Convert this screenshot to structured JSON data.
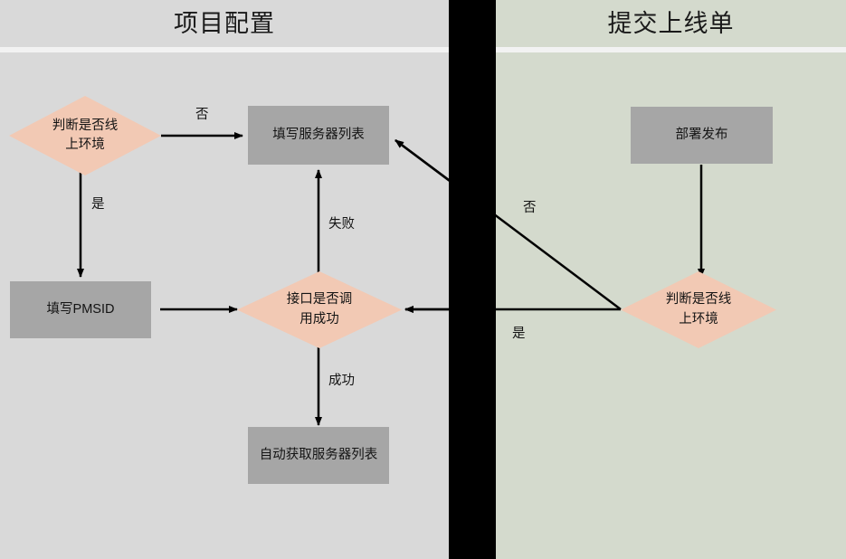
{
  "diagram": {
    "type": "flowchart-swimlane",
    "title_font": "serif",
    "colors": {
      "lane_left_bg": "#d9d9d9",
      "lane_right_bg": "#d4dacd",
      "process_fill": "#a6a6a6",
      "decision_fill": "#f2c9b4",
      "divider": "#000000",
      "line": "#000000",
      "text": "#141414",
      "lane_separator": "#f2f2f2"
    }
  },
  "lanes": [
    {
      "id": "left",
      "title": "项目配置"
    },
    {
      "id": "right",
      "title": "提交上线单"
    }
  ],
  "nodes": [
    {
      "id": "n1",
      "lane": "left",
      "shape": "decision",
      "label": "判断是否线\n上环境"
    },
    {
      "id": "n2",
      "lane": "left",
      "shape": "process",
      "label": "填写服务器列表"
    },
    {
      "id": "n3",
      "lane": "left",
      "shape": "process",
      "label": "填写PMSID"
    },
    {
      "id": "n4",
      "lane": "left",
      "shape": "decision",
      "label": "接口是否调\n用成功"
    },
    {
      "id": "n5",
      "lane": "left",
      "shape": "process",
      "label": "自动获取服务器列表"
    },
    {
      "id": "n6",
      "lane": "right",
      "shape": "process",
      "label": "部署发布"
    },
    {
      "id": "n7",
      "lane": "right",
      "shape": "decision",
      "label": "判断是否线\n上环境"
    }
  ],
  "edges": [
    {
      "id": "e1",
      "from": "n1",
      "to": "n2",
      "label": "否"
    },
    {
      "id": "e2",
      "from": "n1",
      "to": "n3",
      "label": "是"
    },
    {
      "id": "e3",
      "from": "n3",
      "to": "n4",
      "label": ""
    },
    {
      "id": "e4",
      "from": "n4",
      "to": "n2",
      "label": "失败"
    },
    {
      "id": "e5",
      "from": "n4",
      "to": "n5",
      "label": "成功"
    },
    {
      "id": "e6",
      "from": "n6",
      "to": "n7",
      "label": ""
    },
    {
      "id": "e7",
      "from": "n7",
      "to": "n2",
      "label": "否"
    },
    {
      "id": "e8",
      "from": "n7",
      "to": "n4",
      "label": "是"
    }
  ],
  "edge_labels": {
    "no_top_left": "否",
    "yes_left": "是",
    "fail": "失败",
    "success": "成功",
    "no_right": "否",
    "yes_right": "是"
  }
}
